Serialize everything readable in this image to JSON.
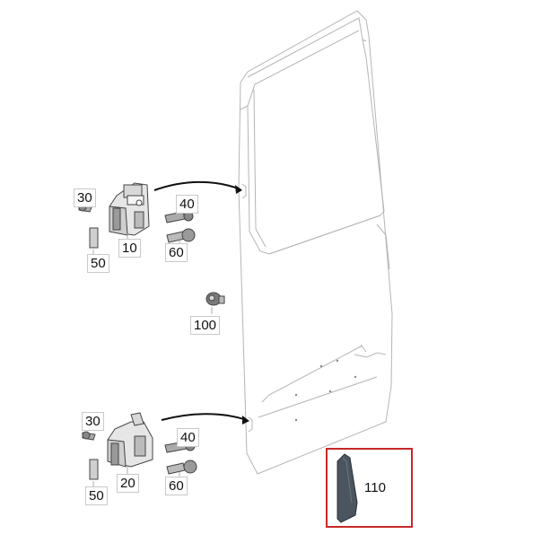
{
  "diagram": {
    "highlight_color": "#c62828",
    "parts": [
      {
        "id": "upper-hinge",
        "labels": [
          "30",
          "40",
          "10",
          "60",
          "50"
        ]
      },
      {
        "id": "check-strap",
        "labels": [
          "100"
        ]
      },
      {
        "id": "lower-hinge",
        "labels": [
          "30",
          "40",
          "20",
          "60",
          "50"
        ]
      },
      {
        "id": "door-trim",
        "labels": [
          "110"
        ]
      }
    ],
    "labels": {
      "upper_screw": "30",
      "upper_bolt": "40",
      "upper_hinge": "10",
      "upper_pin": "60",
      "upper_bushing": "50",
      "stopper": "100",
      "lower_screw": "30",
      "lower_bolt": "40",
      "lower_hinge": "20",
      "lower_pin": "60",
      "lower_bushing": "50",
      "trim_strip": "110"
    }
  }
}
